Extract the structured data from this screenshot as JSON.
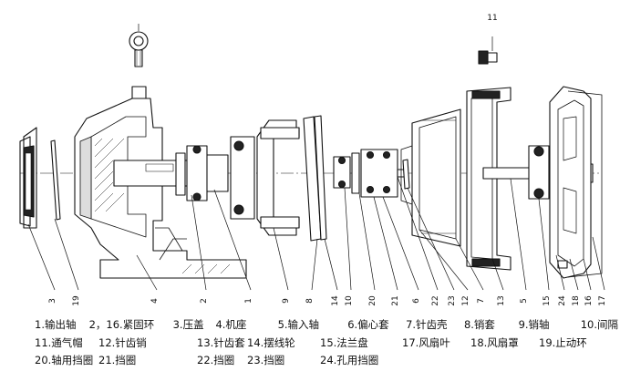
{
  "callouts": [
    "11",
    "3",
    "19",
    "4",
    "2",
    "1",
    "9",
    "8",
    "14",
    "10",
    "20",
    "21",
    "6",
    "22",
    "23",
    "12",
    "7",
    "13",
    "5",
    "15",
    "24",
    "18",
    "16",
    "17"
  ],
  "legend": {
    "rows": [
      [
        "1.输出轴",
        "2，16.紧固环",
        "3.压盖",
        "4.机座",
        "5.输入轴",
        "6.偏心套",
        "7.针齿壳",
        "8.销套",
        "9.销轴",
        "10.间隔"
      ],
      [
        "11.通气帽",
        "12.针齿销",
        "13.针齿套",
        "14.摆线轮",
        "15.法兰盘",
        "17.风扇叶",
        "18.风扇罩",
        "19.止动环"
      ],
      [
        "20.轴用挡圈",
        "21.挡圈",
        "22.挡圈",
        "23.挡圈",
        "24.孔用挡圈"
      ]
    ]
  }
}
